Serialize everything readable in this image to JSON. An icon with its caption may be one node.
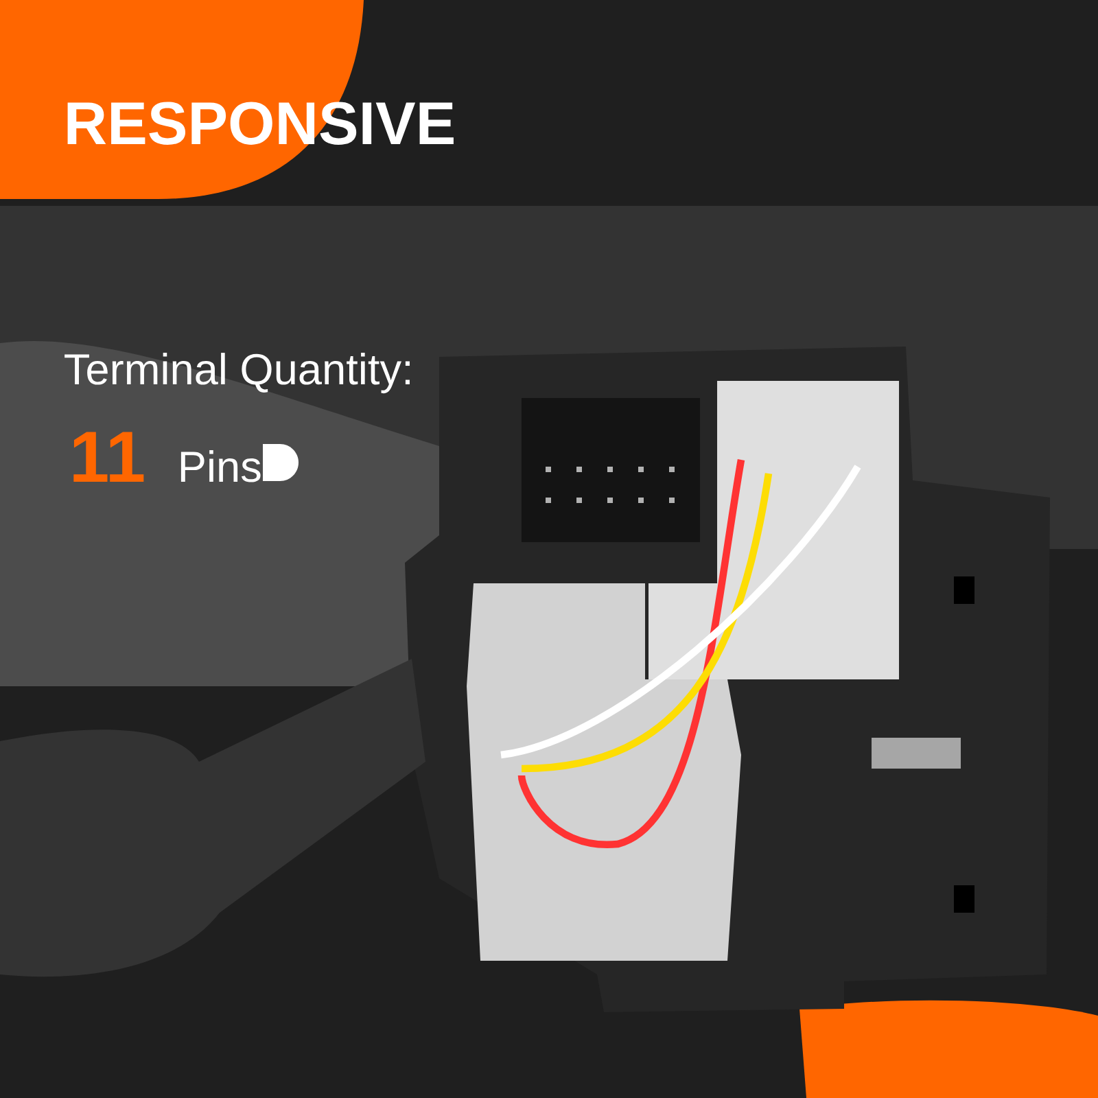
{
  "diagram": {
    "title": "RESPONSIVE",
    "labels": [
      "Terminal Quantity:",
      "11",
      "Pins"
    ]
  }
}
